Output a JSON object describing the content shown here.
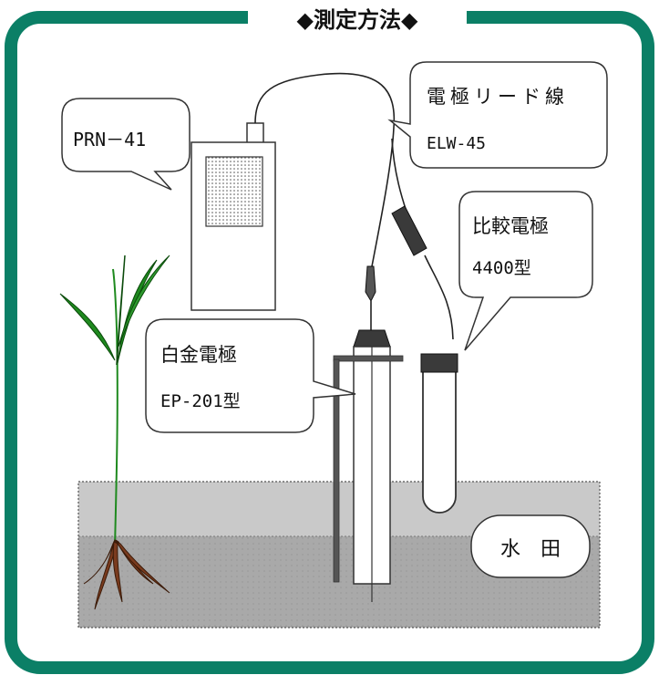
{
  "title": "◆測定方法◆",
  "labels": {
    "meter": "PRN－41",
    "lead_wire_name": "電極リード線",
    "lead_wire_model": "ELW-45",
    "reference_name": "比較電極",
    "reference_model": "4400型",
    "platinum_name": "白金電極",
    "platinum_model": "EP-201型",
    "paddy": "水　田"
  },
  "colors": {
    "frame": "#0b7f66",
    "soil_top": "#c8c8c8",
    "soil_bottom": "#a8a8a8",
    "leaf": "#1f8a1f",
    "root": "#7a3b1e"
  }
}
